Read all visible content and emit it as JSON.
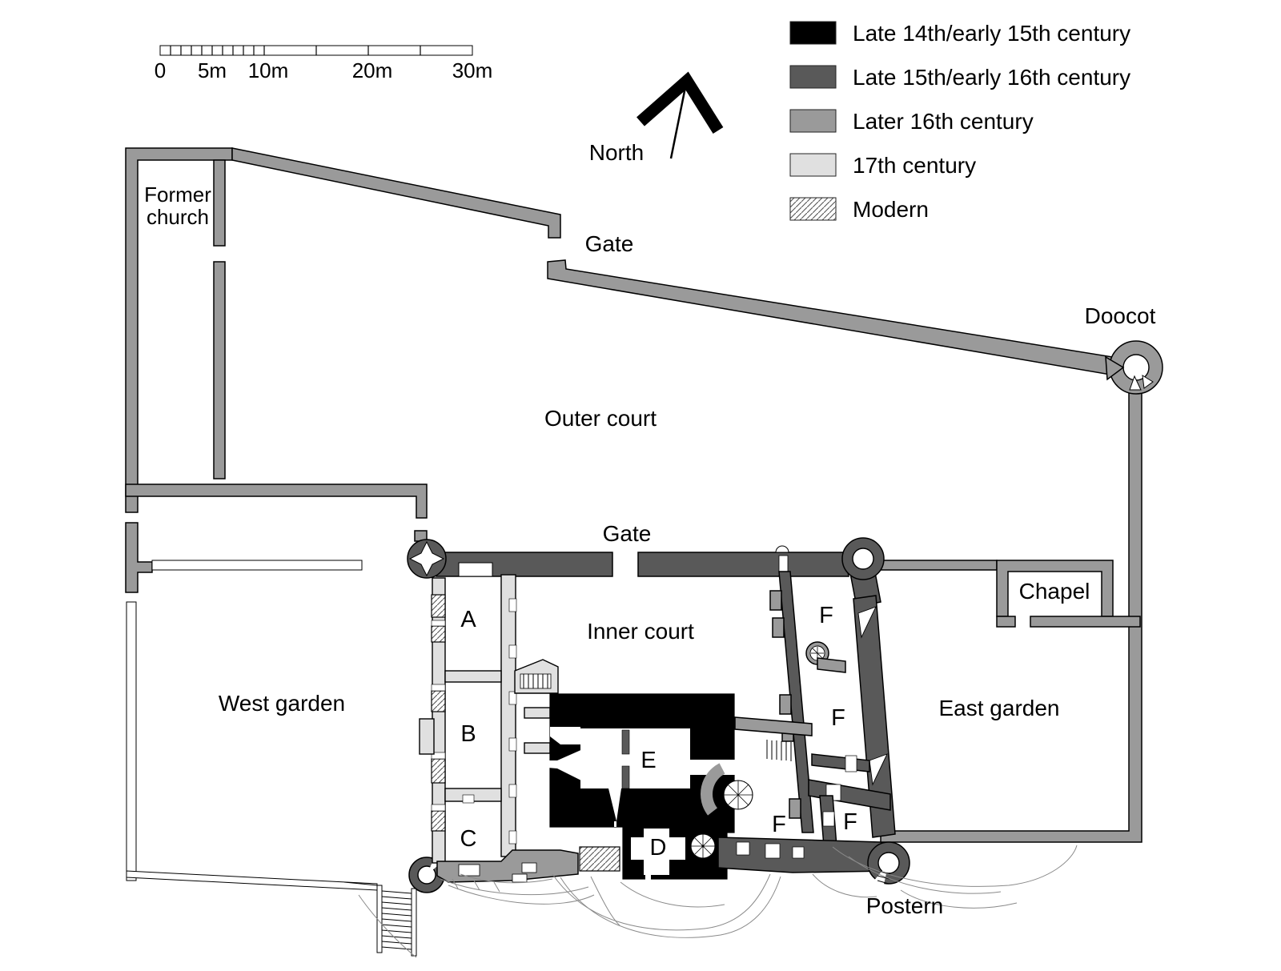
{
  "colors": {
    "black": "#000000",
    "dark_gray": "#595959",
    "mid_gray": "#9a9a9a",
    "light_gray": "#e0e0e0",
    "hatch_line": "#555555",
    "rock_line": "#8a8a8a",
    "background": "#ffffff"
  },
  "legend": {
    "items": [
      {
        "label": "Late 14th/early 15th century",
        "fill": "black"
      },
      {
        "label": "Late 15th/early 16th century",
        "fill": "dark_gray"
      },
      {
        "label": "Later 16th century",
        "fill": "mid_gray"
      },
      {
        "label": "17th century",
        "fill": "light_gray"
      },
      {
        "label": "Modern",
        "fill": "hatch"
      }
    ]
  },
  "scale_bar": {
    "tick_labels": [
      "0",
      "5m",
      "10m",
      "20m",
      "30m"
    ],
    "total_length_m": 30
  },
  "compass": {
    "label": "North"
  },
  "areas": {
    "outer_court": "Outer court",
    "inner_court": "Inner court",
    "west_garden": "West garden",
    "east_garden": "East garden"
  },
  "features": {
    "former_church": [
      "Former",
      "church"
    ],
    "chapel": "Chapel",
    "doocot": "Doocot",
    "postern": "Postern",
    "gate_outer": "Gate",
    "gate_inner": "Gate"
  },
  "rooms": {
    "a": "A",
    "b": "B",
    "c": "C",
    "d": "D",
    "e": "E",
    "f": "F"
  }
}
